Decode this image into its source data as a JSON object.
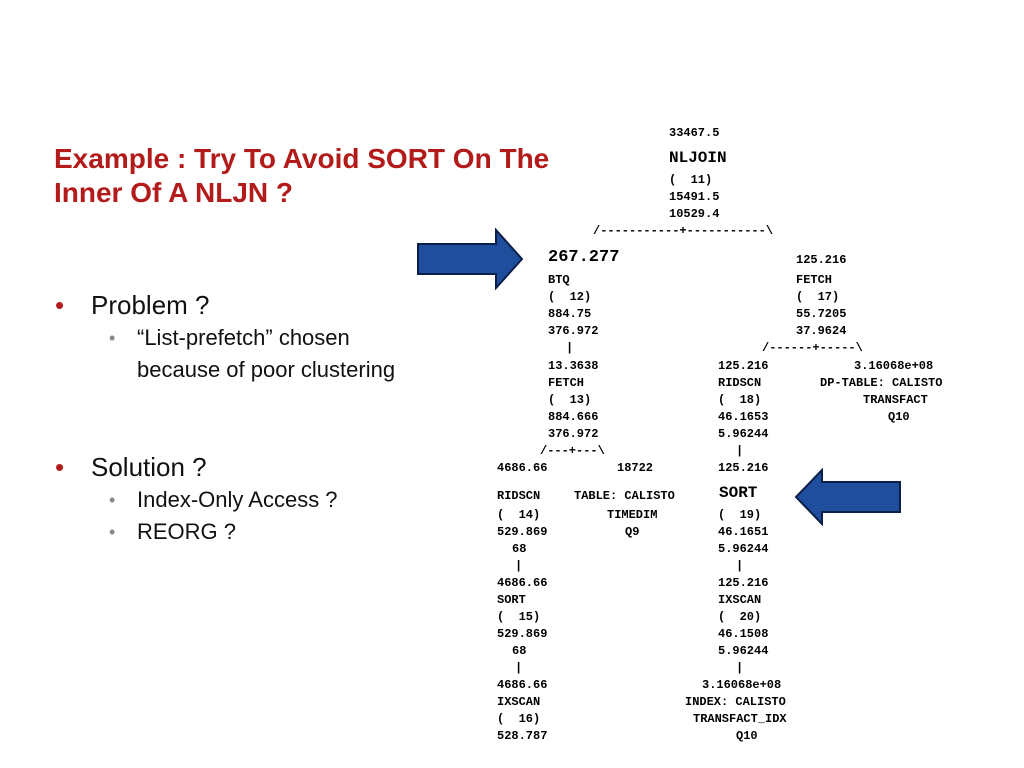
{
  "slide": {
    "title": "Example : Try To Avoid SORT On The Inner Of A NLJN ?",
    "bullets": [
      {
        "text": "Problem ?",
        "sub": [
          "“List-prefetch” chosen because of poor clustering"
        ]
      },
      {
        "text": "Solution ?",
        "sub": [
          "Index-Only Access ?",
          "REORG ?"
        ]
      }
    ]
  },
  "plan": {
    "nljoin": [
      "33467.5",
      "NLJOIN",
      "(  11)",
      "15491.5",
      "10529.4"
    ],
    "branch_top": "/-----------+-----------\\",
    "btq": [
      "267.277",
      "BTQ",
      "(  12)",
      "884.75",
      "376.972",
      "|"
    ],
    "fetch17": [
      "125.216",
      "FETCH",
      "(  17)",
      "55.7205",
      "37.9624"
    ],
    "branch_17": "/------+-----\\",
    "fetch13": [
      "13.3638",
      "FETCH",
      "(  13)",
      "884.666",
      "376.972"
    ],
    "branch_13": "/---+---\\",
    "ridscn18": [
      "125.216",
      "RIDSCN",
      "(  18)",
      "46.1653",
      "5.96244",
      "|"
    ],
    "dptable": [
      "3.16068e+08",
      "DP-TABLE: CALISTO",
      "TRANSFACT",
      "Q10"
    ],
    "ridscn14": [
      "4686.66",
      "RIDSCN",
      "(  14)",
      "529.869",
      "68",
      "|",
      "4686.66",
      "SORT",
      "(  15)",
      "529.869",
      "68",
      "|",
      "4686.66",
      "IXSCAN",
      "(  16)",
      "528.787"
    ],
    "table_calisto": [
      "18722",
      "TABLE: CALISTO",
      "TIMEDIM",
      "Q9"
    ],
    "sort19": [
      "125.216",
      "SORT",
      "(  19)",
      "46.1651",
      "5.96244",
      "|",
      "125.216",
      "IXSCAN",
      "(  20)",
      "46.1508",
      "5.96244",
      "|"
    ],
    "index_calisto": [
      "3.16068e+08",
      "INDEX: CALISTO",
      "TRANSFACT_IDX",
      "Q10"
    ]
  },
  "colors": {
    "title": "#b31b1b",
    "arrow_fill": "#1f4e9c",
    "arrow_stroke": "#0b1f4a"
  },
  "icons": [
    "arrow-right-icon"
  ]
}
